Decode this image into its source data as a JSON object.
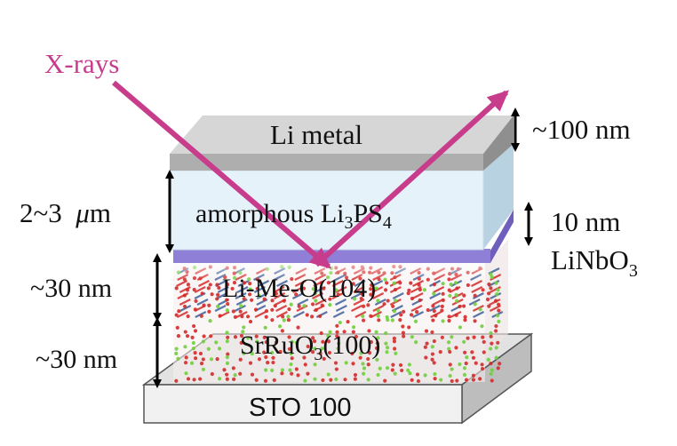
{
  "xray_label": "X-rays",
  "layers": {
    "li_metal": "Li metal",
    "electrolyte": {
      "prefix": "amorphous Li",
      "sub1": "3",
      "mid": "PS",
      "sub2": "4"
    },
    "cathode": "Li-Me-O(104)",
    "electrode": {
      "prefix": "SrRuO",
      "sub": "3",
      "suffix": "(100)"
    },
    "substrate": "STO 100"
  },
  "thickness": {
    "li_metal": "~100 nm",
    "electrolyte": {
      "prefix": "2~3  ",
      "mu": "μ",
      "unit": "m"
    },
    "coating_value": "10 nm",
    "coating_material": {
      "prefix": "LiNbO",
      "sub": "3"
    },
    "cathode": "~30 nm",
    "electrode": "~30 nm"
  },
  "colors": {
    "xray": "#c83c8c",
    "li_metal_front": "#aeaeae",
    "li_metal_top": "#d6d6d6",
    "electrolyte_front": "#e6f2fa",
    "electrolyte_side": "#b9d2e2",
    "coating": "#8f7fd6",
    "lattice_red": "#d42a2a",
    "lattice_green": "#6fcf3c",
    "lattice_blue": "#3f5f9a",
    "substrate_front": "#f1f1f1"
  }
}
